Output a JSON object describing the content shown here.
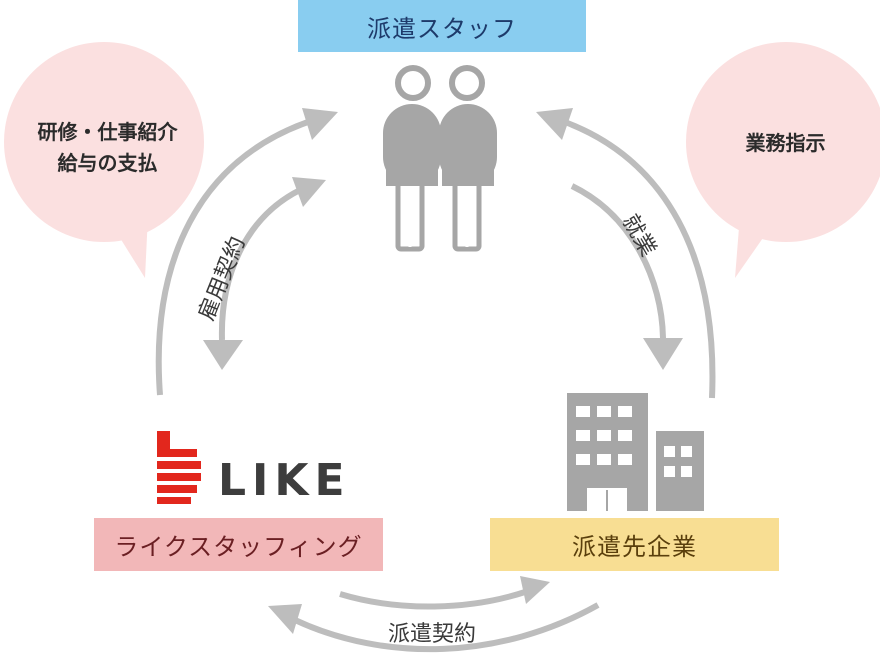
{
  "nodes": {
    "staff": "派遣スタッフ",
    "like_staffing": "ライクスタッフィング",
    "client": "派遣先企業"
  },
  "bubbles": {
    "left_line1": "研修・仕事紹介",
    "left_line2": "給与の支払",
    "right": "業務指示"
  },
  "arrows": {
    "employment": "雇用契約",
    "work": "就業",
    "dispatch": "派遣契約"
  },
  "logo": {
    "text": "LIKE"
  },
  "colors": {
    "staff_box": "#89cdf0",
    "like_box": "#f2b7b8",
    "client_box": "#f8de93",
    "bubble": "#fbe0e0",
    "arrow": "#bdbdbd",
    "icon": "#a6a6a6",
    "logo_red": "#e2271d"
  }
}
